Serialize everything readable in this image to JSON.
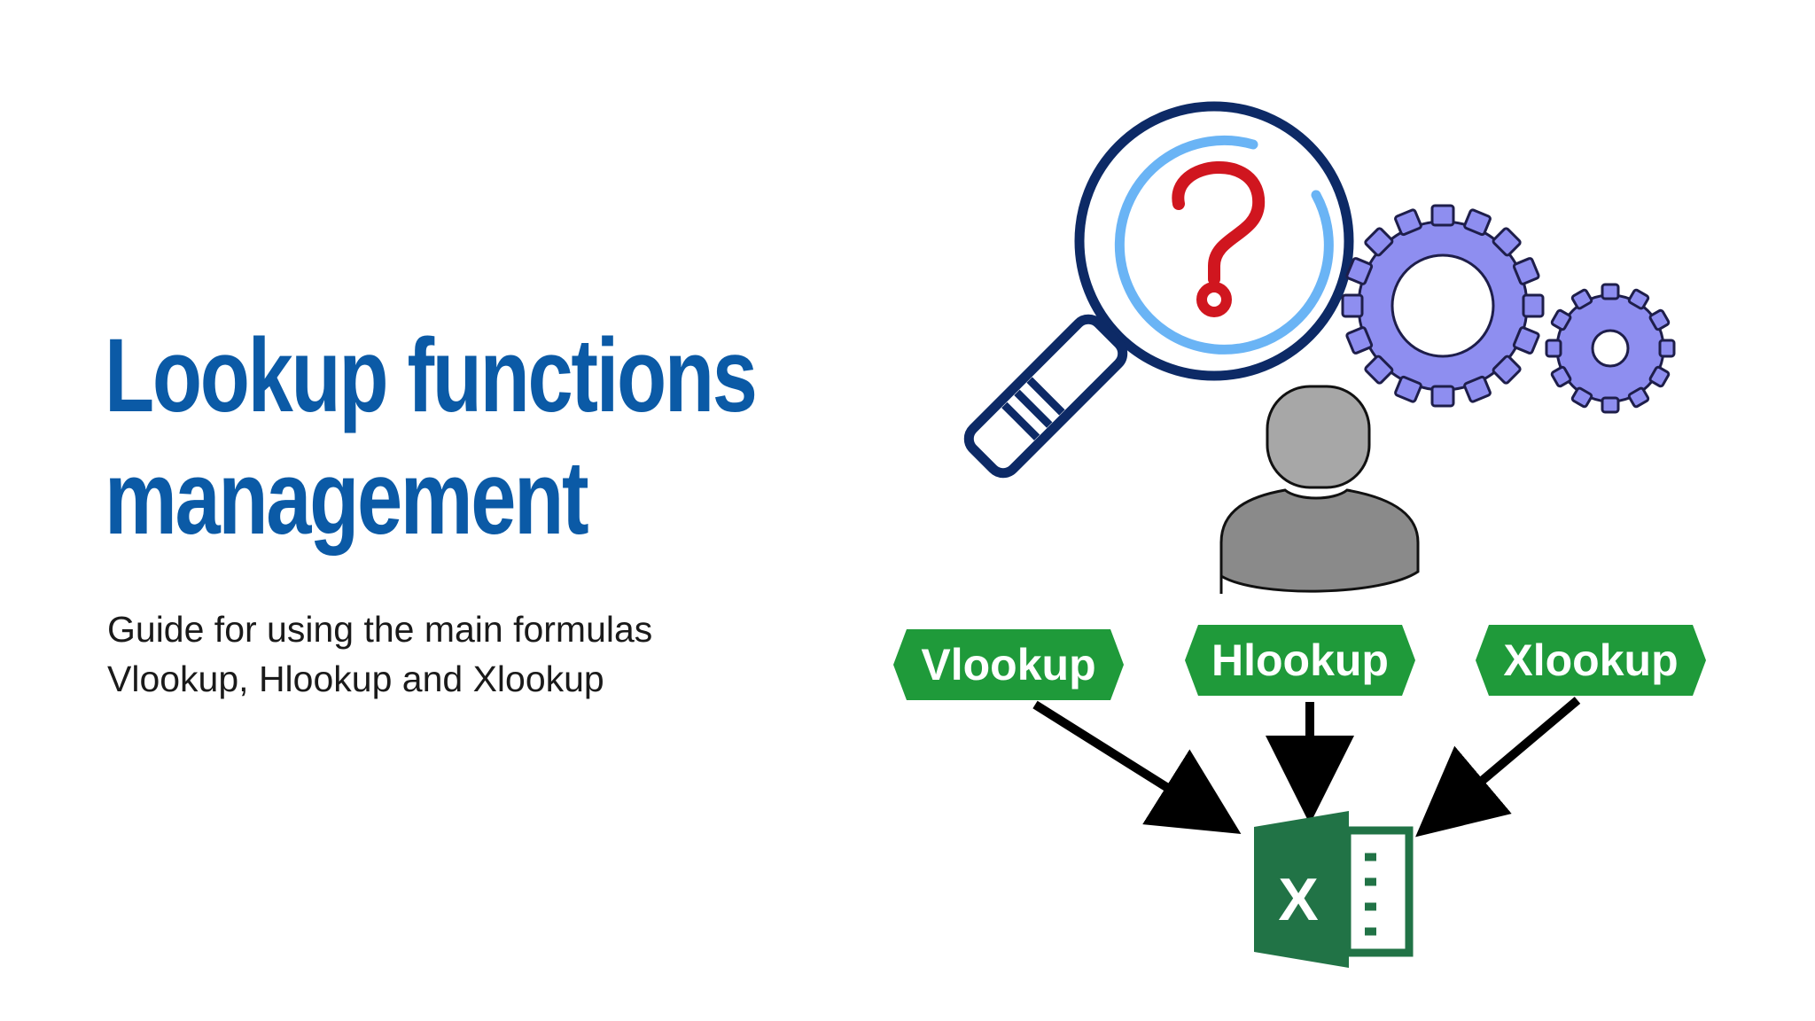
{
  "title": {
    "line1": "Lookup functions",
    "line2": "management"
  },
  "subtitle": {
    "line1": "Guide for using the main formulas",
    "line2": "Vlookup, Hlookup and Xlookup"
  },
  "illustration": {
    "tags": [
      {
        "label": "Vlookup"
      },
      {
        "label": "Hlookup"
      },
      {
        "label": "Xlookup"
      }
    ],
    "icons": [
      "magnifier-icon",
      "question-mark-icon",
      "gears-icon",
      "user-icon",
      "excel-icon"
    ],
    "colors": {
      "title": "#0b5aa6",
      "tag_green": "#1f9a3a",
      "magnifier_navy": "#0d2a66",
      "magnifier_light_blue": "#6ab4f5",
      "question_red": "#d0161f",
      "gear_purple": "#8e8ef0",
      "user_gray": "#8a8a8a",
      "excel_green": "#217346"
    },
    "excel_letter": "X"
  }
}
